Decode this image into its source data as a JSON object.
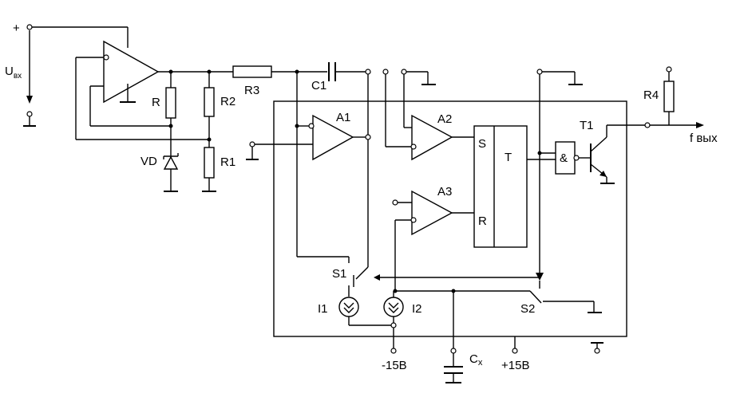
{
  "labels": {
    "input_plus": "+",
    "input_voltage": "U",
    "input_voltage_sub": "вх",
    "resistor_r": "R",
    "zener": "VD",
    "r2": "R2",
    "r1": "R1",
    "r3": "R3",
    "c1": "C1",
    "a1": "A1",
    "a2": "A2",
    "a3": "A3",
    "flipflop_s": "S",
    "flipflop_t": "T",
    "flipflop_r": "R",
    "and_gate": "&",
    "t1": "T1",
    "r4": "R4",
    "output": "f вых",
    "s1": "S1",
    "s2": "S2",
    "i1": "I1",
    "i2": "I2",
    "neg_supply": "-15В",
    "cx": "C",
    "cx_sub": "x",
    "pos_supply": "+15В"
  }
}
